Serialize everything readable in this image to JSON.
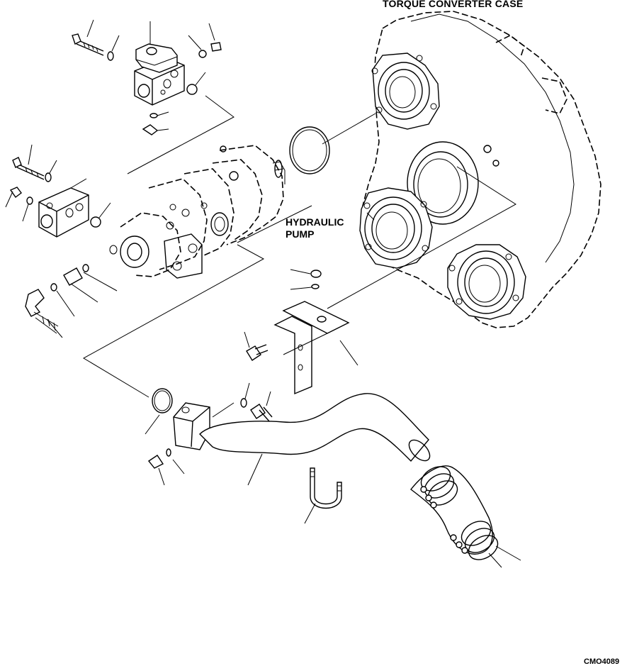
{
  "labels": {
    "torque_converter_case": "TORQUE CONVERTER CASE",
    "hydraulic_pump_line1": "HYDRAULIC",
    "hydraulic_pump_line2": "PUMP",
    "drawing_id": "CMO4089"
  }
}
